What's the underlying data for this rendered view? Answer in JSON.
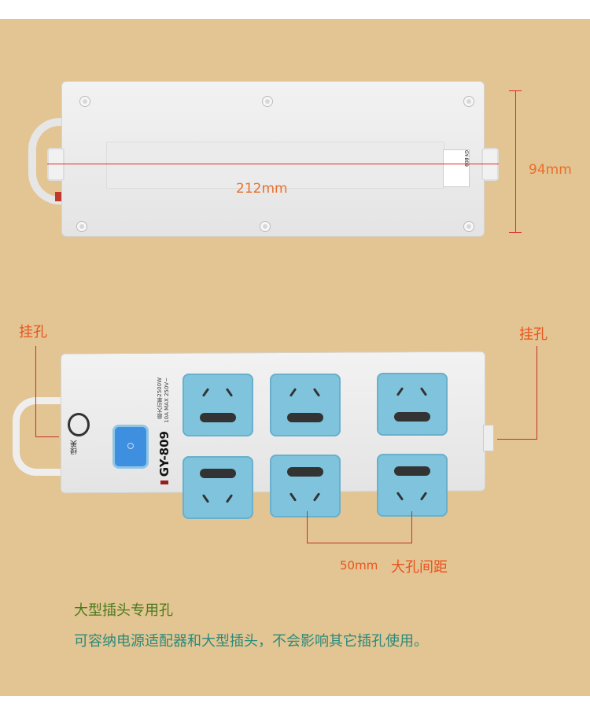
{
  "top_view": {
    "width_label": "212mm",
    "height_label": "94mm",
    "sticker_text": "GY-809"
  },
  "front_view": {
    "hang_hole_left": "挂孔",
    "hang_hole_right": "挂孔",
    "model": "GY-809",
    "rating_line1": "最大功率2500W",
    "rating_line2": "10A MAX 250V~",
    "brand": "绿美",
    "spacing_value": "50mm",
    "spacing_label": "大孔间距"
  },
  "caption": {
    "title": "大型插头专用孔",
    "description": "可容纳电源适配器和大型插头，不会影响其它插孔使用。"
  },
  "colors": {
    "background": "#e3c493",
    "socket": "#7fc3dd",
    "title": "#4a7a1a",
    "description": "#2a8a7a",
    "dimension": "#e8702a"
  }
}
